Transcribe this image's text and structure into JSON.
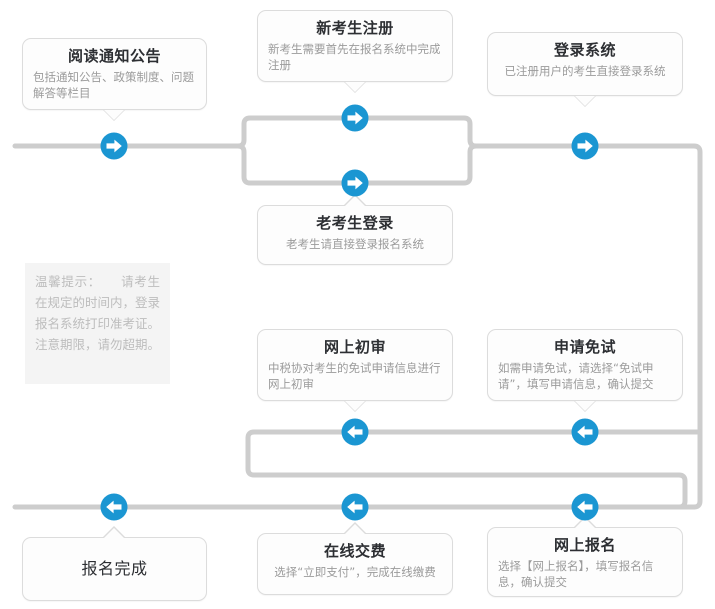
{
  "colors": {
    "accent": "#1b96d2",
    "line": "#cdcdcd",
    "box_border": "#dcdcdc",
    "box_bg": "#fdfdfd",
    "title_text": "#2d2f33",
    "desc_text": "#9b9b9b",
    "tip_bg": "#f4f4f4",
    "tip_text": "#bdbdbd"
  },
  "flow": {
    "nodes": [
      {
        "id": "read-notice",
        "title": "阅读通知公告",
        "desc": "包括通知公告、政策制度、问题解答等栏目"
      },
      {
        "id": "new-candidate-register",
        "title": "新考生注册",
        "desc": "新考生需要首先在报名系统中完成注册"
      },
      {
        "id": "login-system",
        "title": "登录系统",
        "desc": "已注册用户的考生直接登录系统"
      },
      {
        "id": "old-candidate-login",
        "title": "老考生登录",
        "desc": "老考生请直接登录报名系统"
      },
      {
        "id": "online-first-review",
        "title": "网上初审",
        "desc": "中税协对考生的免试申请信息进行网上初审"
      },
      {
        "id": "apply-exemption",
        "title": "申请免试",
        "desc": "如需申请免试，请选择“免试申请”，填写申请信息，确认提交"
      },
      {
        "id": "registration-complete",
        "title": "报名完成",
        "desc": ""
      },
      {
        "id": "online-payment",
        "title": "在线交费",
        "desc": "选择“立即支付”，完成在线缴费"
      },
      {
        "id": "online-registration",
        "title": "网上报名",
        "desc": "选择【网上报名】，填写报名信息，确认提交"
      }
    ],
    "tip": {
      "label": "温馨提示：",
      "body": "请考生在规定的时间内，登录报名系统打印准考证。注意期限，请勿超期。",
      "full": "温馨提示：　　请考生在规定的时间内，登录报名系统打印准考证。注意期限，请勿超期。"
    },
    "arrows": [
      {
        "id": "arrow-read-notice",
        "direction": "right"
      },
      {
        "id": "arrow-new-candidate-register",
        "direction": "right"
      },
      {
        "id": "arrow-old-candidate-login",
        "direction": "right"
      },
      {
        "id": "arrow-login-system",
        "direction": "right"
      },
      {
        "id": "arrow-online-first-review",
        "direction": "left"
      },
      {
        "id": "arrow-apply-exemption",
        "direction": "left"
      },
      {
        "id": "arrow-online-payment",
        "direction": "left"
      },
      {
        "id": "arrow-online-registration",
        "direction": "left"
      },
      {
        "id": "arrow-registration-complete",
        "direction": "left"
      }
    ]
  }
}
